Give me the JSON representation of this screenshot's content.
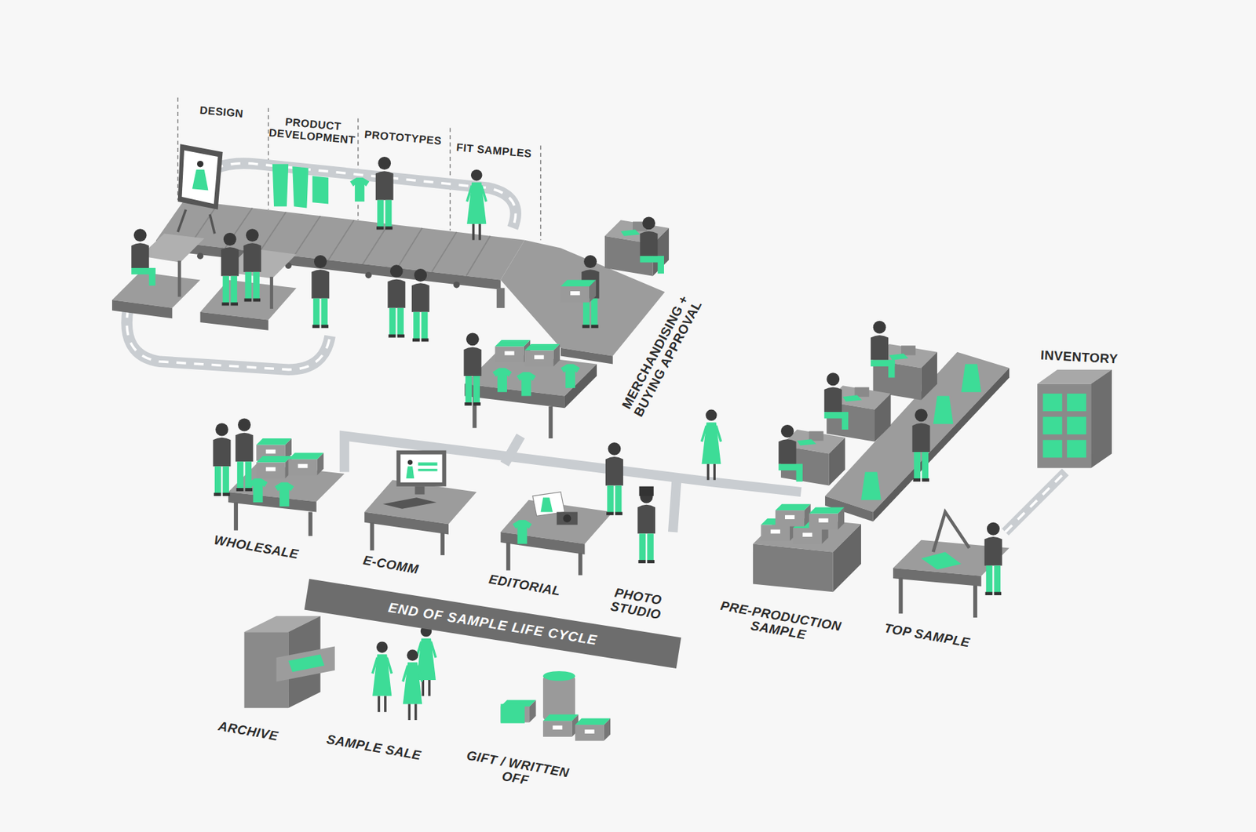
{
  "diagram": {
    "nodes": [
      {
        "text": [
          "END OF SAMPLE LIFE CYCLE"
        ]
      }
    ],
    "labels": [
      "DESIGN",
      "PRODUCT DEVELOPMENT",
      "PROTOTYPES",
      "FIT SAMPLES",
      "MERCHANDISING + BUYING APPROVAL",
      "INVENTORY",
      "WHOLESALE",
      "E-COMM",
      "EDITORIAL",
      "PHOTO STUDIO",
      "PRE-PRODUCTION SAMPLE",
      "TOP SAMPLE",
      "ARCHIVE",
      "SAMPLE SALE",
      "GIFT / WRITTEN OFF"
    ]
  }
}
